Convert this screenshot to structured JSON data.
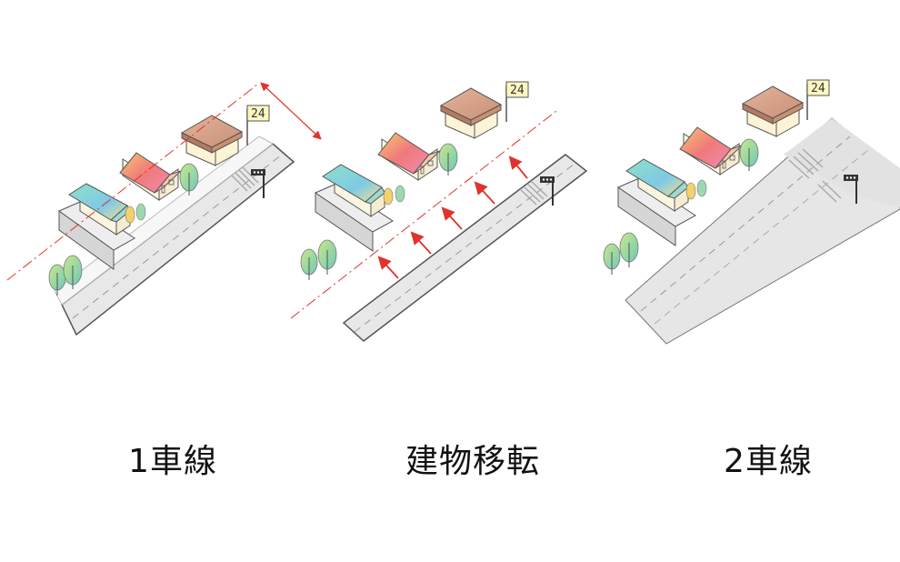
{
  "panels": [
    {
      "caption": "1車線",
      "sign": "24"
    },
    {
      "caption": "建物移転",
      "sign": "24"
    },
    {
      "caption": "2車線",
      "sign": "24"
    }
  ],
  "colors": {
    "red_line": "#e0332b",
    "road": "#e6e6e6",
    "road_edge": "#666666",
    "house_roof_a": "#7fd6d2",
    "house_roof_b": "#f08a7a",
    "store_roof": "#d9a58c",
    "tree": "#8fd0a0"
  }
}
